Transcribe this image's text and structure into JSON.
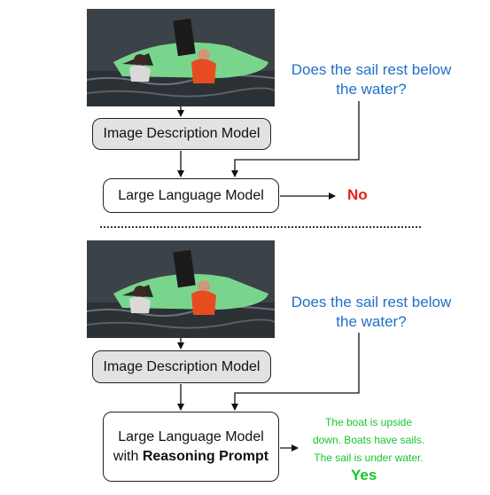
{
  "top": {
    "question": "Does the sail rest below the water?",
    "image_model_label": "Image Description Model",
    "llm_label": "Large Language Model",
    "answer": "No"
  },
  "bottom": {
    "question": "Does the sail rest below the water?",
    "image_model_label": "Image Description Model",
    "llm_line1": "Large Language Model",
    "llm_line2_prefix": "with ",
    "llm_line2_bold": "Reasoning Prompt",
    "reasoning_line1": "The boat is upside",
    "reasoning_line2": "down. Boats have sails.",
    "reasoning_line3": "The sail is under water.",
    "answer": "Yes"
  },
  "colors": {
    "question": "#1f6fc8",
    "answer_no": "#e8201a",
    "answer_yes": "#17c52b",
    "box_gray": "#e2e2e2"
  }
}
